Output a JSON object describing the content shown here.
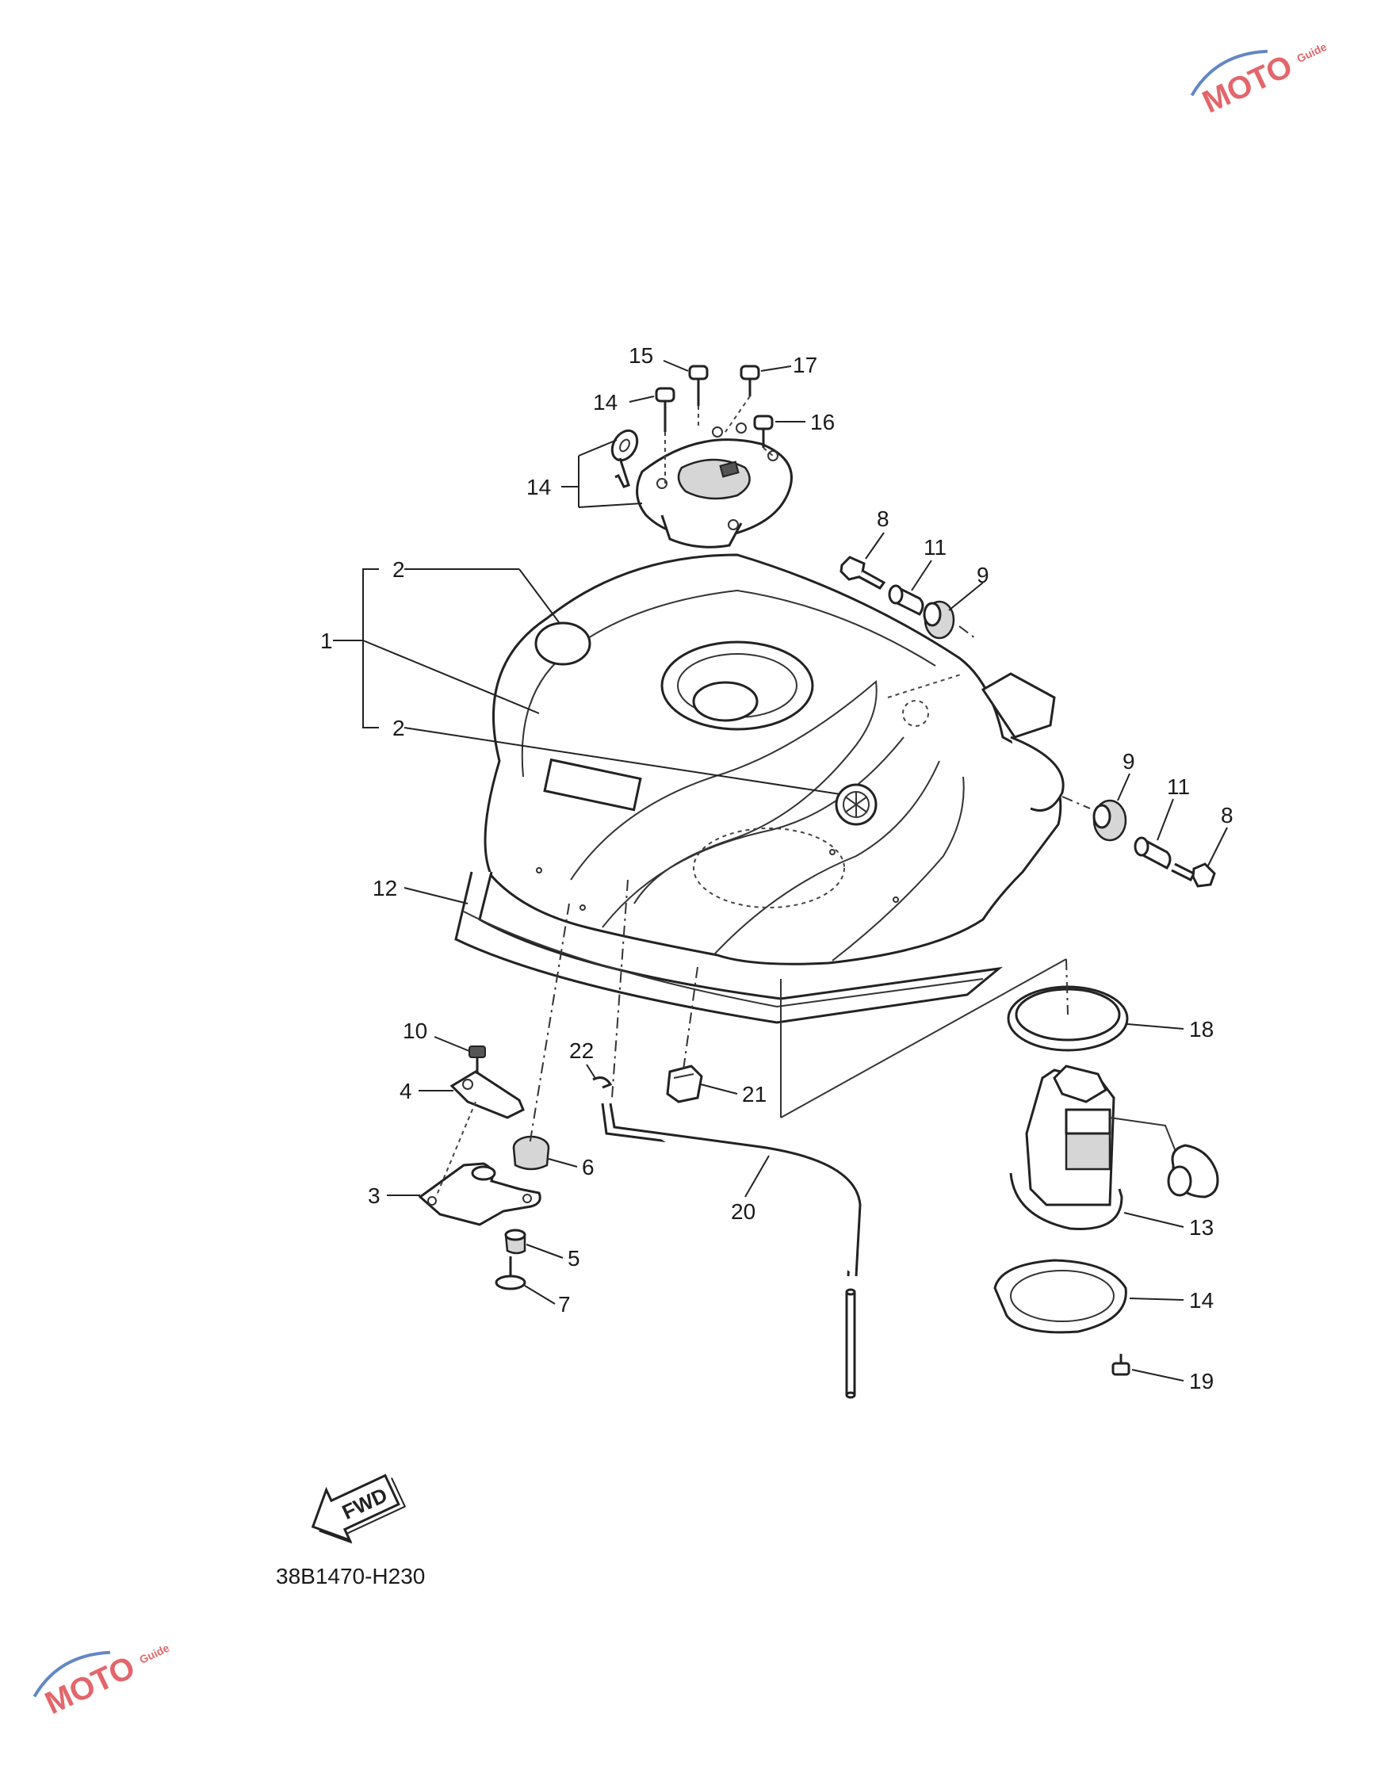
{
  "callouts": [
    {
      "id": "c1",
      "label": "1"
    },
    {
      "id": "c2a",
      "label": "2"
    },
    {
      "id": "c2b",
      "label": "2"
    },
    {
      "id": "c3",
      "label": "3"
    },
    {
      "id": "c4",
      "label": "4"
    },
    {
      "id": "c5",
      "label": "5"
    },
    {
      "id": "c6",
      "label": "6"
    },
    {
      "id": "c7",
      "label": "7"
    },
    {
      "id": "c8a",
      "label": "8"
    },
    {
      "id": "c8b",
      "label": "8"
    },
    {
      "id": "c9a",
      "label": "9"
    },
    {
      "id": "c9b",
      "label": "9"
    },
    {
      "id": "c10",
      "label": "10"
    },
    {
      "id": "c11a",
      "label": "11"
    },
    {
      "id": "c11b",
      "label": "11"
    },
    {
      "id": "c12",
      "label": "12"
    },
    {
      "id": "c13",
      "label": "13"
    },
    {
      "id": "c14a",
      "label": "14"
    },
    {
      "id": "c14b",
      "label": "14"
    },
    {
      "id": "c14c",
      "label": "14"
    },
    {
      "id": "c15",
      "label": "15"
    },
    {
      "id": "c16",
      "label": "16"
    },
    {
      "id": "c17",
      "label": "17"
    },
    {
      "id": "c18",
      "label": "18"
    },
    {
      "id": "c19",
      "label": "19"
    },
    {
      "id": "c20",
      "label": "20"
    },
    {
      "id": "c21",
      "label": "21"
    },
    {
      "id": "c22",
      "label": "22"
    }
  ],
  "diagram_code": "38B1470-H230",
  "direction_label": "FWD",
  "watermark": {
    "brand": "MOTO",
    "sub": "Guide"
  },
  "colors": {
    "line": "#222222",
    "watermark_red": "#d9343a",
    "watermark_blue": "#2f5fb0"
  }
}
